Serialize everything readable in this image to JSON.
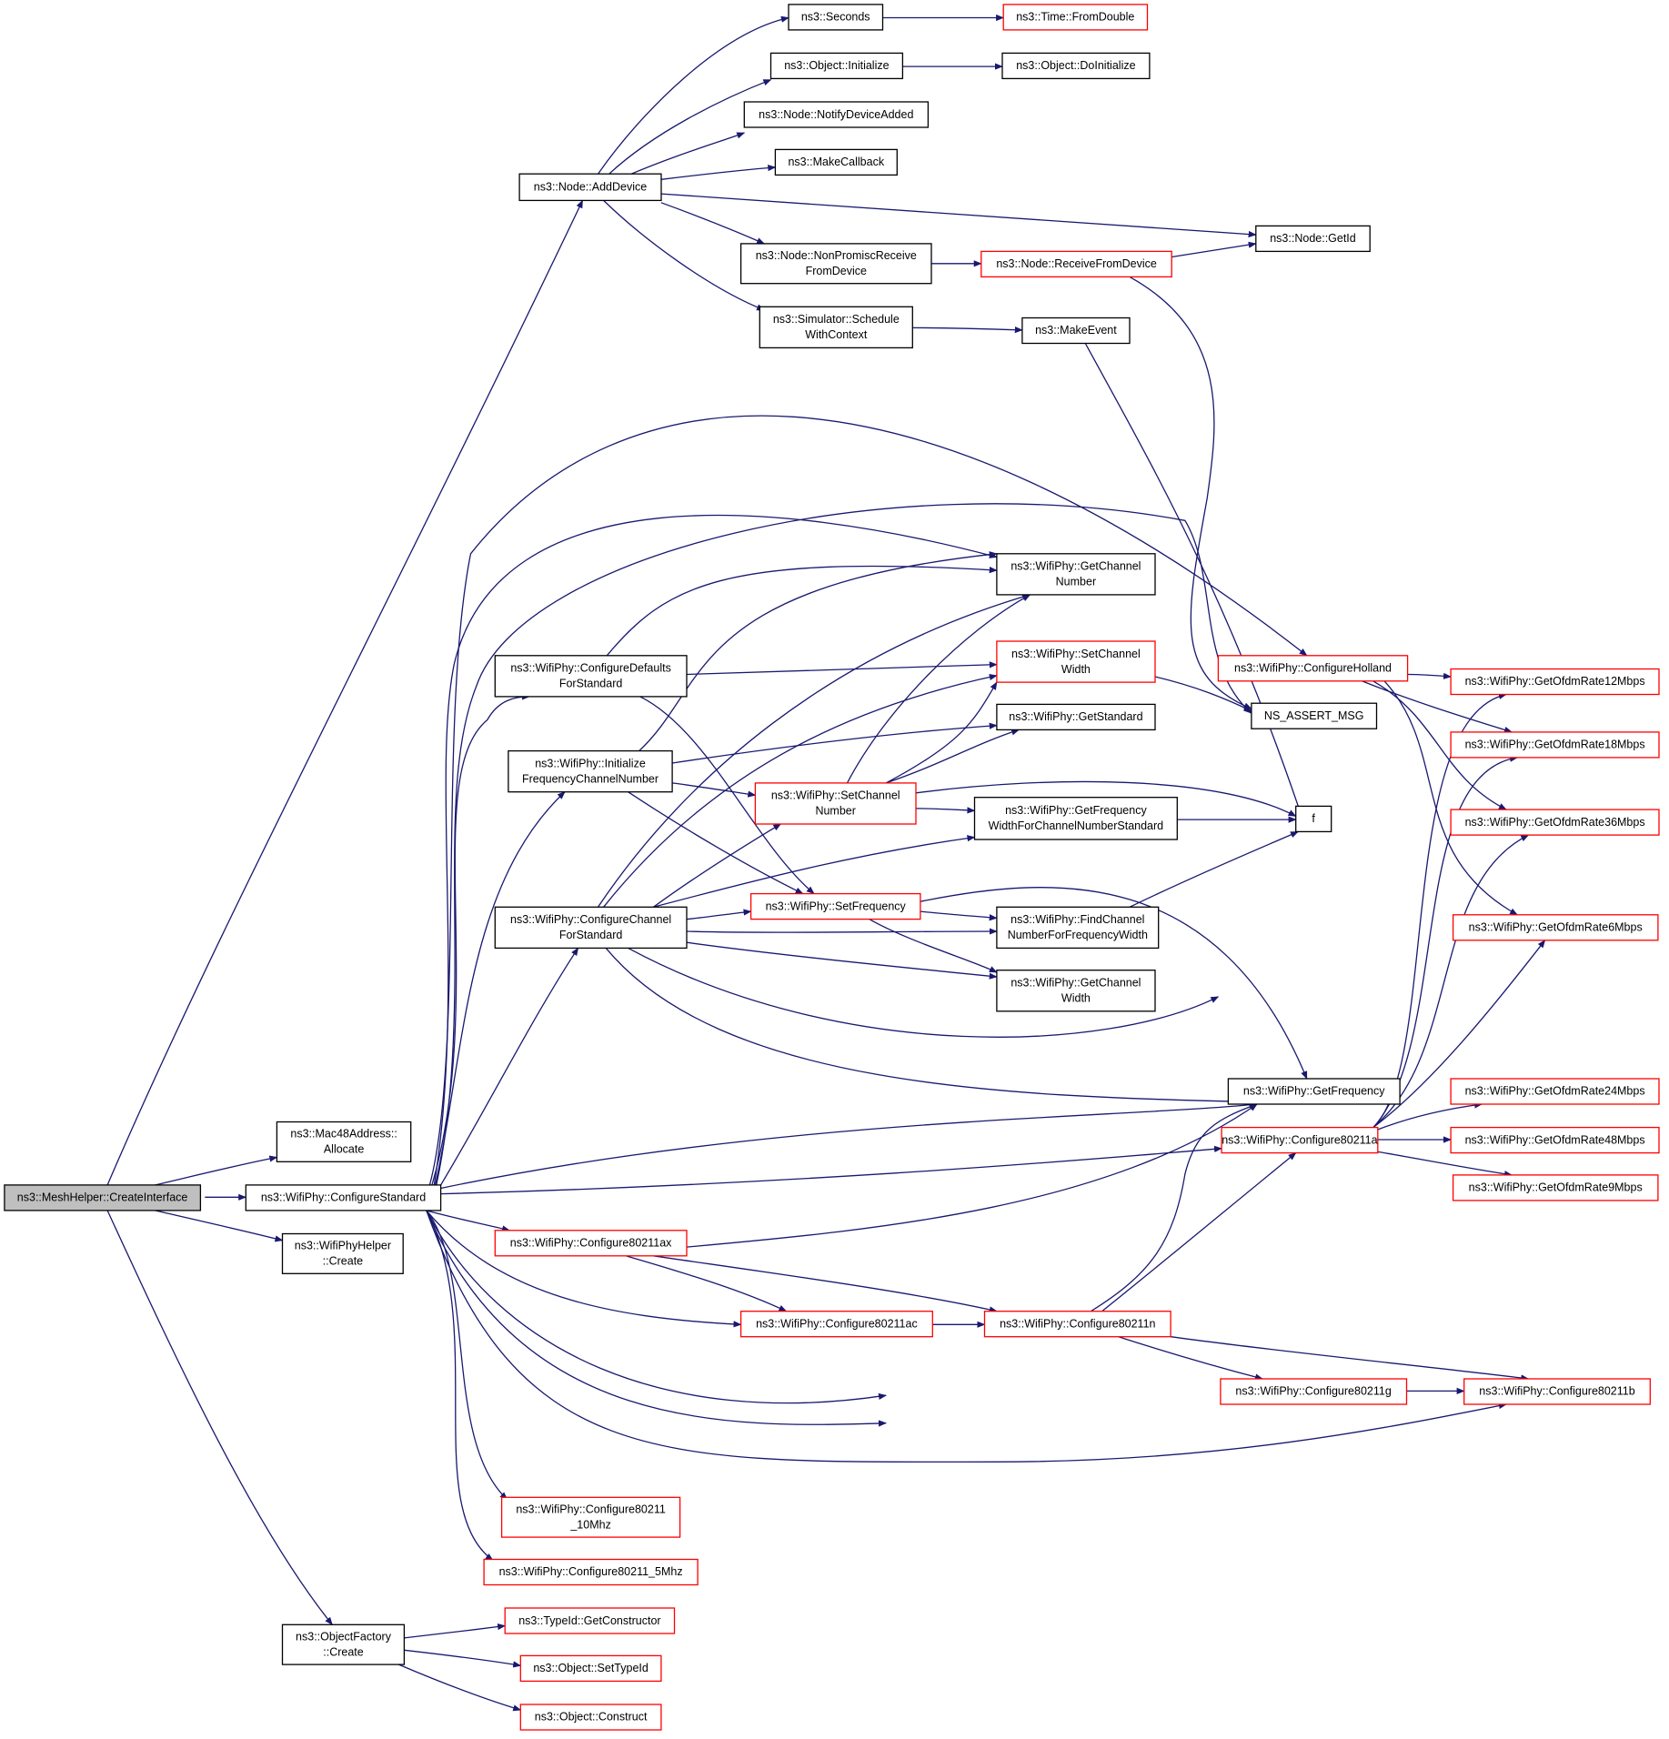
{
  "colors": {
    "edge": "#191970",
    "node_border_default": "#000000",
    "node_border_truncated": "#ff0000",
    "node_fill": "#ffffff",
    "root_fill": "#bfbfbf",
    "text": "#000000"
  },
  "nodes": [
    {
      "id": "root",
      "lines": [
        "ns3::MeshHelper::CreateInterface"
      ],
      "border": "root"
    },
    {
      "id": "adddevice",
      "lines": [
        "ns3::Node::AddDevice"
      ],
      "border": "black"
    },
    {
      "id": "mac48",
      "lines": [
        "ns3::Mac48Address::",
        "Allocate"
      ],
      "border": "black"
    },
    {
      "id": "configstd",
      "lines": [
        "ns3::WifiPhy::ConfigureStandard"
      ],
      "border": "black"
    },
    {
      "id": "phyhelper",
      "lines": [
        "ns3::WifiPhyHelper",
        "::Create"
      ],
      "border": "black"
    },
    {
      "id": "objfactory",
      "lines": [
        "ns3::ObjectFactory",
        "::Create"
      ],
      "border": "black"
    },
    {
      "id": "seconds",
      "lines": [
        "ns3::Seconds"
      ],
      "border": "black"
    },
    {
      "id": "fromdouble",
      "lines": [
        "ns3::Time::FromDouble"
      ],
      "border": "red"
    },
    {
      "id": "objinit",
      "lines": [
        "ns3::Object::Initialize"
      ],
      "border": "black"
    },
    {
      "id": "doinit",
      "lines": [
        "ns3::Object::DoInitialize"
      ],
      "border": "black"
    },
    {
      "id": "notifydev",
      "lines": [
        "ns3::Node::NotifyDeviceAdded"
      ],
      "border": "black"
    },
    {
      "id": "makecb",
      "lines": [
        "ns3::MakeCallback"
      ],
      "border": "black"
    },
    {
      "id": "getid",
      "lines": [
        "ns3::Node::GetId"
      ],
      "border": "black"
    },
    {
      "id": "nonpromisc",
      "lines": [
        "ns3::Node::NonPromiscReceive",
        "FromDevice"
      ],
      "border": "black"
    },
    {
      "id": "recvfrom",
      "lines": [
        "ns3::Node::ReceiveFromDevice"
      ],
      "border": "red"
    },
    {
      "id": "schedctx",
      "lines": [
        "ns3::Simulator::Schedule",
        "WithContext"
      ],
      "border": "black"
    },
    {
      "id": "makeevent",
      "lines": [
        "ns3::MakeEvent"
      ],
      "border": "black"
    },
    {
      "id": "getchnum",
      "lines": [
        "ns3::WifiPhy::GetChannel",
        "Number"
      ],
      "border": "black"
    },
    {
      "id": "setchwidth",
      "lines": [
        "ns3::WifiPhy::SetChannel",
        "Width"
      ],
      "border": "red"
    },
    {
      "id": "cfgdefaults",
      "lines": [
        "ns3::WifiPhy::ConfigureDefaults",
        "ForStandard"
      ],
      "border": "black"
    },
    {
      "id": "cfgholland",
      "lines": [
        "ns3::WifiPhy::ConfigureHolland"
      ],
      "border": "red"
    },
    {
      "id": "nsassert",
      "lines": [
        "NS_ASSERT_MSG"
      ],
      "border": "black"
    },
    {
      "id": "getstd",
      "lines": [
        "ns3::WifiPhy::GetStandard"
      ],
      "border": "black"
    },
    {
      "id": "initfreq",
      "lines": [
        "ns3::WifiPhy::Initialize",
        "FrequencyChannelNumber"
      ],
      "border": "black"
    },
    {
      "id": "setchnum",
      "lines": [
        "ns3::WifiPhy::SetChannel",
        "Number"
      ],
      "border": "red"
    },
    {
      "id": "getfreqwidth",
      "lines": [
        "ns3::WifiPhy::GetFrequency",
        "WidthForChannelNumberStandard"
      ],
      "border": "black"
    },
    {
      "id": "f",
      "lines": [
        "f"
      ],
      "border": "black"
    },
    {
      "id": "cfgchannel",
      "lines": [
        "ns3::WifiPhy::ConfigureChannel",
        "ForStandard"
      ],
      "border": "black"
    },
    {
      "id": "setfreq",
      "lines": [
        "ns3::WifiPhy::SetFrequency"
      ],
      "border": "red"
    },
    {
      "id": "findch",
      "lines": [
        "ns3::WifiPhy::FindChannel",
        "NumberForFrequencyWidth"
      ],
      "border": "black"
    },
    {
      "id": "getchwidth",
      "lines": [
        "ns3::WifiPhy::GetChannel",
        "Width"
      ],
      "border": "black"
    },
    {
      "id": "getfreq",
      "lines": [
        "ns3::WifiPhy::GetFrequency"
      ],
      "border": "black"
    },
    {
      "id": "cfg11a",
      "lines": [
        "ns3::WifiPhy::Configure80211a"
      ],
      "border": "red"
    },
    {
      "id": "ofdm12",
      "lines": [
        "ns3::WifiPhy::GetOfdmRate12Mbps"
      ],
      "border": "red"
    },
    {
      "id": "ofdm18",
      "lines": [
        "ns3::WifiPhy::GetOfdmRate18Mbps"
      ],
      "border": "red"
    },
    {
      "id": "ofdm36",
      "lines": [
        "ns3::WifiPhy::GetOfdmRate36Mbps"
      ],
      "border": "red"
    },
    {
      "id": "ofdm6",
      "lines": [
        "ns3::WifiPhy::GetOfdmRate6Mbps"
      ],
      "border": "red"
    },
    {
      "id": "ofdm24",
      "lines": [
        "ns3::WifiPhy::GetOfdmRate24Mbps"
      ],
      "border": "red"
    },
    {
      "id": "ofdm48",
      "lines": [
        "ns3::WifiPhy::GetOfdmRate48Mbps"
      ],
      "border": "red"
    },
    {
      "id": "ofdm9",
      "lines": [
        "ns3::WifiPhy::GetOfdmRate9Mbps"
      ],
      "border": "red"
    },
    {
      "id": "cfg11ax",
      "lines": [
        "ns3::WifiPhy::Configure80211ax"
      ],
      "border": "red"
    },
    {
      "id": "cfg11ac",
      "lines": [
        "ns3::WifiPhy::Configure80211ac"
      ],
      "border": "red"
    },
    {
      "id": "cfg11n",
      "lines": [
        "ns3::WifiPhy::Configure80211n"
      ],
      "border": "red"
    },
    {
      "id": "cfg11g",
      "lines": [
        "ns3::WifiPhy::Configure80211g"
      ],
      "border": "red"
    },
    {
      "id": "cfg11b",
      "lines": [
        "ns3::WifiPhy::Configure80211b"
      ],
      "border": "red"
    },
    {
      "id": "cfg10mhz",
      "lines": [
        "ns3::WifiPhy::Configure80211",
        "_10Mhz"
      ],
      "border": "red"
    },
    {
      "id": "cfg5mhz",
      "lines": [
        "ns3::WifiPhy::Configure80211_5Mhz"
      ],
      "border": "red"
    },
    {
      "id": "getctor",
      "lines": [
        "ns3::TypeId::GetConstructor"
      ],
      "border": "red"
    },
    {
      "id": "settypeid",
      "lines": [
        "ns3::Object::SetTypeId"
      ],
      "border": "red"
    },
    {
      "id": "construct",
      "lines": [
        "ns3::Object::Construct"
      ],
      "border": "red"
    }
  ],
  "edges": [
    [
      "root",
      "adddevice"
    ],
    [
      "root",
      "mac48"
    ],
    [
      "root",
      "configstd"
    ],
    [
      "root",
      "phyhelper"
    ],
    [
      "root",
      "objfactory"
    ],
    [
      "adddevice",
      "seconds"
    ],
    [
      "adddevice",
      "objinit"
    ],
    [
      "adddevice",
      "notifydev"
    ],
    [
      "adddevice",
      "makecb"
    ],
    [
      "adddevice",
      "getid"
    ],
    [
      "adddevice",
      "nonpromisc"
    ],
    [
      "adddevice",
      "schedctx"
    ],
    [
      "seconds",
      "fromdouble"
    ],
    [
      "objinit",
      "doinit"
    ],
    [
      "nonpromisc",
      "recvfrom"
    ],
    [
      "recvfrom",
      "getid"
    ],
    [
      "recvfrom",
      "nsassert"
    ],
    [
      "schedctx",
      "makeevent"
    ],
    [
      "makeevent",
      "f"
    ],
    [
      "configstd",
      "cfgholland"
    ],
    [
      "configstd",
      "getchnum"
    ],
    [
      "configstd",
      "nsassert"
    ],
    [
      "configstd",
      "cfgdefaults"
    ],
    [
      "configstd",
      "initfreq"
    ],
    [
      "configstd",
      "cfgchannel"
    ],
    [
      "configstd",
      "getfreq"
    ],
    [
      "configstd",
      "cfg11a"
    ],
    [
      "configstd",
      "cfg11ax"
    ],
    [
      "configstd",
      "cfg11ac"
    ],
    [
      "configstd",
      "cfg11n"
    ],
    [
      "configstd",
      "cfg11g"
    ],
    [
      "configstd",
      "cfg11b"
    ],
    [
      "configstd",
      "cfg10mhz"
    ],
    [
      "configstd",
      "cfg5mhz"
    ],
    [
      "cfgdefaults",
      "getchnum"
    ],
    [
      "cfgdefaults",
      "setchwidth"
    ],
    [
      "cfgdefaults",
      "setfreq"
    ],
    [
      "initfreq",
      "getchnum"
    ],
    [
      "initfreq",
      "getstd"
    ],
    [
      "initfreq",
      "setchnum"
    ],
    [
      "initfreq",
      "setfreq"
    ],
    [
      "cfgchannel",
      "getchnum"
    ],
    [
      "cfgchannel",
      "setchwidth"
    ],
    [
      "cfgchannel",
      "setchnum"
    ],
    [
      "cfgchannel",
      "getfreqwidth"
    ],
    [
      "cfgchannel",
      "setfreq"
    ],
    [
      "cfgchannel",
      "findch"
    ],
    [
      "cfgchannel",
      "getchwidth"
    ],
    [
      "cfgchannel",
      "f"
    ],
    [
      "cfgchannel",
      "getfreq"
    ],
    [
      "setchnum",
      "getchnum"
    ],
    [
      "setchnum",
      "setchwidth"
    ],
    [
      "setchnum",
      "getstd"
    ],
    [
      "setchnum",
      "getfreqwidth"
    ],
    [
      "setchnum",
      "f"
    ],
    [
      "setchwidth",
      "nsassert"
    ],
    [
      "getfreqwidth",
      "f"
    ],
    [
      "setfreq",
      "findch"
    ],
    [
      "setfreq",
      "getchwidth"
    ],
    [
      "setfreq",
      "getfreq"
    ],
    [
      "findch",
      "f"
    ],
    [
      "cfgholland",
      "ofdm12"
    ],
    [
      "cfgholland",
      "ofdm18"
    ],
    [
      "cfgholland",
      "ofdm36"
    ],
    [
      "cfgholland",
      "ofdm6"
    ],
    [
      "cfg11a",
      "ofdm12"
    ],
    [
      "cfg11a",
      "ofdm18"
    ],
    [
      "cfg11a",
      "ofdm36"
    ],
    [
      "cfg11a",
      "ofdm6"
    ],
    [
      "cfg11a",
      "ofdm24"
    ],
    [
      "cfg11a",
      "ofdm48"
    ],
    [
      "cfg11a",
      "ofdm9"
    ],
    [
      "cfg11ax",
      "cfg11ac"
    ],
    [
      "cfg11ax",
      "cfg11n"
    ],
    [
      "cfg11ax",
      "getfreq"
    ],
    [
      "cfg11ac",
      "cfg11n"
    ],
    [
      "cfg11n",
      "cfg11g"
    ],
    [
      "cfg11n",
      "cfg11b"
    ],
    [
      "cfg11n",
      "cfg11a"
    ],
    [
      "cfg11n",
      "getfreq"
    ],
    [
      "cfg11g",
      "cfg11b"
    ],
    [
      "objfactory",
      "getctor"
    ],
    [
      "objfactory",
      "settypeid"
    ],
    [
      "objfactory",
      "construct"
    ]
  ]
}
